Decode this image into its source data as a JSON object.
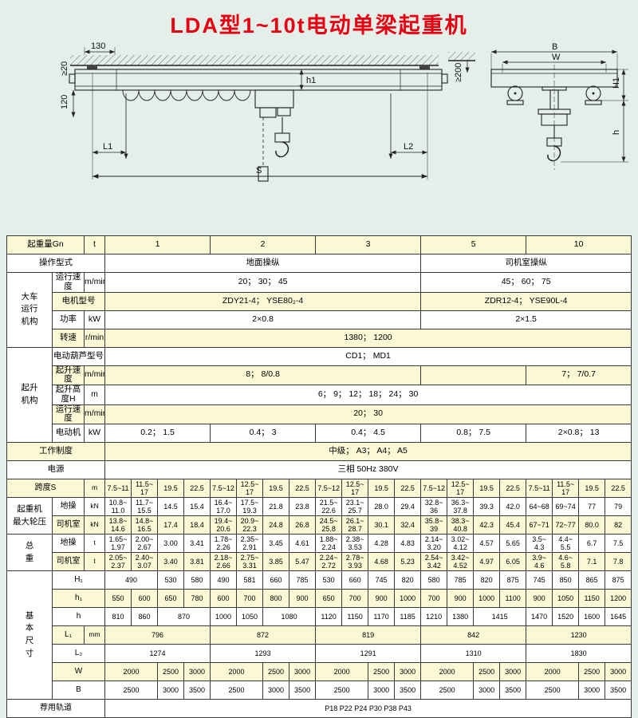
{
  "title": "LDA型1~10t电动单梁起重机",
  "colors": {
    "title_red": "#e60012",
    "row_cream": "#fbf8d6",
    "page_bg": "#e3efe8"
  },
  "drawing": {
    "dims": {
      "d130": "130",
      "dge20": "≥20",
      "d120": "120",
      "dL1": "L1",
      "dL2": "L2",
      "dS": "S",
      "dh1": "h1",
      "dge200": "≥200",
      "dB": "B",
      "dW": "W",
      "dH1": "H1",
      "dh": "h"
    }
  },
  "table": {
    "rows": [
      {
        "bg": "y",
        "big": true,
        "cells": [
          {
            "t": "起重量Gn",
            "c": 2,
            "k": "lbl"
          },
          {
            "t": "t",
            "k": "unit"
          },
          {
            "t": "1",
            "c": 4
          },
          {
            "t": "2",
            "c": 4
          },
          {
            "t": "3",
            "c": 4
          },
          {
            "t": "5",
            "c": 4
          },
          {
            "t": "10",
            "c": 4
          }
        ]
      },
      {
        "bg": "w",
        "big": true,
        "cells": [
          {
            "t": "操作型式",
            "c": 3,
            "k": "lbl"
          },
          {
            "t": "地面操纵",
            "c": 12
          },
          {
            "t": "司机室操纵",
            "c": 8
          }
        ]
      },
      {
        "bg": "w",
        "big": true,
        "cells": [
          {
            "t": "大车\n运行\n机构",
            "r": 4,
            "k": "grp"
          },
          {
            "t": "运行速度",
            "k": "lbl"
          },
          {
            "t": "m/min",
            "k": "unit"
          },
          {
            "t": "20； 30； 45",
            "c": 12
          },
          {
            "t": "45； 60； 75",
            "c": 8
          }
        ]
      },
      {
        "bg": "y",
        "big": true,
        "cells": [
          {
            "t": "电机型号",
            "c": 2,
            "k": "lbl"
          },
          {
            "t": "ZDY21-4； YSE80₂-4",
            "c": 12
          },
          {
            "t": "ZDR12-4； YSE90L-4",
            "c": 8
          }
        ]
      },
      {
        "bg": "w",
        "big": true,
        "cells": [
          {
            "t": "功率",
            "k": "lbl"
          },
          {
            "t": "kW",
            "k": "unit"
          },
          {
            "t": "2×0.8",
            "c": 12
          },
          {
            "t": "2×1.5",
            "c": 8
          }
        ]
      },
      {
        "bg": "y",
        "big": true,
        "cells": [
          {
            "t": "转速",
            "k": "lbl"
          },
          {
            "t": "r/min",
            "k": "unit"
          },
          {
            "t": "1380； 1200",
            "c": 20
          }
        ]
      },
      {
        "bg": "w",
        "big": true,
        "cells": [
          {
            "t": "起升\n机构",
            "r": 5,
            "k": "grp"
          },
          {
            "t": "电动葫芦型号",
            "c": 2,
            "k": "lbl"
          },
          {
            "t": "CD1； MD1",
            "c": 20
          }
        ]
      },
      {
        "bg": "y",
        "big": true,
        "cells": [
          {
            "t": "起升速度",
            "k": "lbl"
          },
          {
            "t": "m/min",
            "k": "unit"
          },
          {
            "t": "8； 8/0.8",
            "c": 12
          },
          {
            "t": "",
            "c": 4
          },
          {
            "t": "7； 7/0.7",
            "c": 4
          }
        ]
      },
      {
        "bg": "w",
        "big": true,
        "cells": [
          {
            "t": "起升高度H",
            "k": "lbl sm"
          },
          {
            "t": "m",
            "k": "unit"
          },
          {
            "t": "6； 9； 12； 18； 24； 30",
            "c": 20
          }
        ]
      },
      {
        "bg": "y",
        "big": true,
        "cells": [
          {
            "t": "运行速度",
            "k": "lbl"
          },
          {
            "t": "m/min",
            "k": "unit"
          },
          {
            "t": "20； 30",
            "c": 20
          }
        ]
      },
      {
        "bg": "w",
        "big": true,
        "cells": [
          {
            "t": "电动机",
            "k": "lbl"
          },
          {
            "t": "kW",
            "k": "unit"
          },
          {
            "t": "0.2； 1.5",
            "c": 4
          },
          {
            "t": "0.4； 3",
            "c": 4
          },
          {
            "t": "0.4； 4.5",
            "c": 4
          },
          {
            "t": "0.8； 7.5",
            "c": 4
          },
          {
            "t": "2×0.8； 13",
            "c": 4
          }
        ]
      },
      {
        "bg": "y",
        "big": true,
        "cells": [
          {
            "t": "工作制度",
            "c": 3,
            "k": "lbl"
          },
          {
            "t": "中级； A3； A4； A5",
            "c": 20
          }
        ]
      },
      {
        "bg": "w",
        "big": true,
        "cells": [
          {
            "t": "电源",
            "c": 3,
            "k": "lbl"
          },
          {
            "t": "三相  50Hz  380V",
            "c": 20
          }
        ]
      },
      {
        "bg": "y",
        "cells": [
          {
            "t": "跨度S",
            "c": 2,
            "k": "lbl"
          },
          {
            "t": "m",
            "k": "unit"
          },
          {
            "t": "7.5~11"
          },
          {
            "t": "11.5~\n17"
          },
          {
            "t": "19.5"
          },
          {
            "t": "22.5"
          },
          {
            "t": "7.5~12"
          },
          {
            "t": "12.5~\n17"
          },
          {
            "t": "19.5"
          },
          {
            "t": "22.5"
          },
          {
            "t": "7.5~12"
          },
          {
            "t": "12.5~\n17"
          },
          {
            "t": "19.5"
          },
          {
            "t": "22.5"
          },
          {
            "t": "7.5~12"
          },
          {
            "t": "12.5~\n17"
          },
          {
            "t": "19.5"
          },
          {
            "t": "22.5"
          },
          {
            "t": "7.5~11"
          },
          {
            "t": "11.5~\n17"
          },
          {
            "t": "19.5"
          },
          {
            "t": "22.5"
          }
        ]
      },
      {
        "bg": "w",
        "cells": [
          {
            "t": "起重机\n最大轮压",
            "r": 2,
            "k": "grp"
          },
          {
            "t": "地操",
            "k": "lbl"
          },
          {
            "t": "kN",
            "k": "unit"
          },
          {
            "t": "10.8~\n11.0"
          },
          {
            "t": "11.7~\n15.5"
          },
          {
            "t": "14.5"
          },
          {
            "t": "15.4"
          },
          {
            "t": "16.4~\n17.0"
          },
          {
            "t": "17.5~\n19.3"
          },
          {
            "t": "21.8"
          },
          {
            "t": "23.8"
          },
          {
            "t": "21.5~\n22.6"
          },
          {
            "t": "23.1~\n25.7"
          },
          {
            "t": "28.0"
          },
          {
            "t": "29.4"
          },
          {
            "t": "32.8~\n36"
          },
          {
            "t": "36.3~\n37.8"
          },
          {
            "t": "39.3"
          },
          {
            "t": "42.0"
          },
          {
            "t": "64~68"
          },
          {
            "t": "69~74"
          },
          {
            "t": "77"
          },
          {
            "t": "79"
          }
        ]
      },
      {
        "bg": "y",
        "cells": [
          {
            "t": "司机室",
            "k": "lbl"
          },
          {
            "t": "kN",
            "k": "unit"
          },
          {
            "t": "13.8~\n14.6"
          },
          {
            "t": "14.8~\n16.5"
          },
          {
            "t": "17.4"
          },
          {
            "t": "18.4"
          },
          {
            "t": "19.4~\n20.6"
          },
          {
            "t": "20.9~\n22.3"
          },
          {
            "t": "24.8"
          },
          {
            "t": "26.8"
          },
          {
            "t": "24.5~\n25.8"
          },
          {
            "t": "26.1~\n28.7"
          },
          {
            "t": "30.1"
          },
          {
            "t": "32.4"
          },
          {
            "t": "35.8~\n39"
          },
          {
            "t": "38.3~\n40.8"
          },
          {
            "t": "42.3"
          },
          {
            "t": "45.4"
          },
          {
            "t": "67~71"
          },
          {
            "t": "72~77"
          },
          {
            "t": "80.0"
          },
          {
            "t": "82"
          }
        ]
      },
      {
        "bg": "w",
        "cells": [
          {
            "t": "总\n重",
            "r": 2,
            "k": "grp"
          },
          {
            "t": "地操",
            "k": "lbl"
          },
          {
            "t": "t",
            "k": "unit"
          },
          {
            "t": "1.65~\n1.97"
          },
          {
            "t": "2.00~\n2.67"
          },
          {
            "t": "3.00"
          },
          {
            "t": "3.41"
          },
          {
            "t": "1.78~\n2.26"
          },
          {
            "t": "2.35~\n2.91"
          },
          {
            "t": "3.45"
          },
          {
            "t": "4.61"
          },
          {
            "t": "1.88~\n2.24"
          },
          {
            "t": "2.38~\n3.53"
          },
          {
            "t": "4.28"
          },
          {
            "t": "4.83"
          },
          {
            "t": "2.14~\n3.20"
          },
          {
            "t": "3.02~\n4.12"
          },
          {
            "t": "4.57"
          },
          {
            "t": "5.65"
          },
          {
            "t": "3.5~\n4.3"
          },
          {
            "t": "4.4~\n5.5"
          },
          {
            "t": "6.7"
          },
          {
            "t": "7.5"
          }
        ]
      },
      {
        "bg": "y",
        "cells": [
          {
            "t": "司机室",
            "k": "lbl"
          },
          {
            "t": "t",
            "k": "unit"
          },
          {
            "t": "2.05~\n2.37"
          },
          {
            "t": "2.40~\n3.07"
          },
          {
            "t": "3.40"
          },
          {
            "t": "3.81"
          },
          {
            "t": "2.18~\n2.66"
          },
          {
            "t": "2.75~\n3.31"
          },
          {
            "t": "3.85"
          },
          {
            "t": "5.47"
          },
          {
            "t": "2.24~\n2.72"
          },
          {
            "t": "2.78~\n3.93"
          },
          {
            "t": "4.68"
          },
          {
            "t": "5.23"
          },
          {
            "t": "2.54~\n3.42"
          },
          {
            "t": "3.42~\n4.52"
          },
          {
            "t": "4.97"
          },
          {
            "t": "6.05"
          },
          {
            "t": "3.9~\n4.6"
          },
          {
            "t": "4.6~\n5.8"
          },
          {
            "t": "7.1"
          },
          {
            "t": "7.8"
          }
        ]
      },
      {
        "bg": "w",
        "cells": [
          {
            "t": "基\n本\n尺\n寸",
            "r": 7,
            "k": "grp"
          },
          {
            "t": "H₁",
            "c": 2,
            "k": "lbl"
          },
          {
            "t": "490",
            "c": 2
          },
          {
            "t": "530"
          },
          {
            "t": "580"
          },
          {
            "t": "490"
          },
          {
            "t": "581"
          },
          {
            "t": "660"
          },
          {
            "t": "785"
          },
          {
            "t": "530"
          },
          {
            "t": "660"
          },
          {
            "t": "745"
          },
          {
            "t": "820"
          },
          {
            "t": "580"
          },
          {
            "t": "785"
          },
          {
            "t": "820"
          },
          {
            "t": "875"
          },
          {
            "t": "745"
          },
          {
            "t": "850"
          },
          {
            "t": "865"
          },
          {
            "t": "875"
          }
        ]
      },
      {
        "bg": "y",
        "cells": [
          {
            "t": "h₁",
            "c": 2,
            "k": "lbl"
          },
          {
            "t": "550"
          },
          {
            "t": "600"
          },
          {
            "t": "650"
          },
          {
            "t": "780"
          },
          {
            "t": "600"
          },
          {
            "t": "700"
          },
          {
            "t": "800"
          },
          {
            "t": "900"
          },
          {
            "t": "650"
          },
          {
            "t": "700"
          },
          {
            "t": "900"
          },
          {
            "t": "1000"
          },
          {
            "t": "700"
          },
          {
            "t": "900"
          },
          {
            "t": "1000"
          },
          {
            "t": "1100"
          },
          {
            "t": "900"
          },
          {
            "t": "1050"
          },
          {
            "t": "1150"
          },
          {
            "t": "1200"
          }
        ]
      },
      {
        "bg": "w",
        "cells": [
          {
            "t": "h",
            "c": 2,
            "k": "lbl"
          },
          {
            "t": "810"
          },
          {
            "t": "860"
          },
          {
            "t": "870",
            "c": 2
          },
          {
            "t": "1000"
          },
          {
            "t": "1050"
          },
          {
            "t": "1080",
            "c": 2
          },
          {
            "t": "1120"
          },
          {
            "t": "1150"
          },
          {
            "t": "1170"
          },
          {
            "t": "1185"
          },
          {
            "t": "1210"
          },
          {
            "t": "1380"
          },
          {
            "t": "1415",
            "c": 2
          },
          {
            "t": "1470"
          },
          {
            "t": "1520"
          },
          {
            "t": "1600"
          },
          {
            "t": "1645"
          }
        ]
      },
      {
        "bg": "y",
        "cells": [
          {
            "t": "L₁",
            "k": "lbl"
          },
          {
            "t": "mm",
            "k": "unit"
          },
          {
            "t": "796",
            "c": 4
          },
          {
            "t": "872",
            "c": 4
          },
          {
            "t": "819",
            "c": 4
          },
          {
            "t": "842",
            "c": 4
          },
          {
            "t": "1230",
            "c": 4
          }
        ]
      },
      {
        "bg": "w",
        "cells": [
          {
            "t": "L₂",
            "c": 2,
            "k": "lbl"
          },
          {
            "t": "1274",
            "c": 4
          },
          {
            "t": "1293",
            "c": 4
          },
          {
            "t": "1291",
            "c": 4
          },
          {
            "t": "1310",
            "c": 4
          },
          {
            "t": "1830",
            "c": 4
          }
        ]
      },
      {
        "bg": "y",
        "cells": [
          {
            "t": "W",
            "c": 2,
            "k": "lbl"
          },
          {
            "t": "2000",
            "c": 2
          },
          {
            "t": "2500"
          },
          {
            "t": "3000"
          },
          {
            "t": "2000",
            "c": 2
          },
          {
            "t": "2500"
          },
          {
            "t": "3000"
          },
          {
            "t": "2000",
            "c": 2
          },
          {
            "t": "2500"
          },
          {
            "t": "3000"
          },
          {
            "t": "2000",
            "c": 2
          },
          {
            "t": "2500"
          },
          {
            "t": "3000"
          },
          {
            "t": "2000",
            "c": 2
          },
          {
            "t": "2500"
          },
          {
            "t": "3000"
          }
        ]
      },
      {
        "bg": "w",
        "cells": [
          {
            "t": "B",
            "c": 2,
            "k": "lbl"
          },
          {
            "t": "2500",
            "c": 2
          },
          {
            "t": "3000"
          },
          {
            "t": "3500"
          },
          {
            "t": "2500",
            "c": 2
          },
          {
            "t": "3000"
          },
          {
            "t": "3500"
          },
          {
            "t": "2500",
            "c": 2
          },
          {
            "t": "3000"
          },
          {
            "t": "3500"
          },
          {
            "t": "2500",
            "c": 2
          },
          {
            "t": "3000"
          },
          {
            "t": "3500"
          },
          {
            "t": "2500",
            "c": 2
          },
          {
            "t": "3000"
          },
          {
            "t": "3500"
          }
        ]
      },
      {
        "bg": "w",
        "cells": [
          {
            "t": "荐用轨道",
            "c": 3,
            "k": "lbl"
          },
          {
            "t": "P18   P22   P24   P30   P38   P43",
            "c": 20
          }
        ]
      }
    ]
  }
}
